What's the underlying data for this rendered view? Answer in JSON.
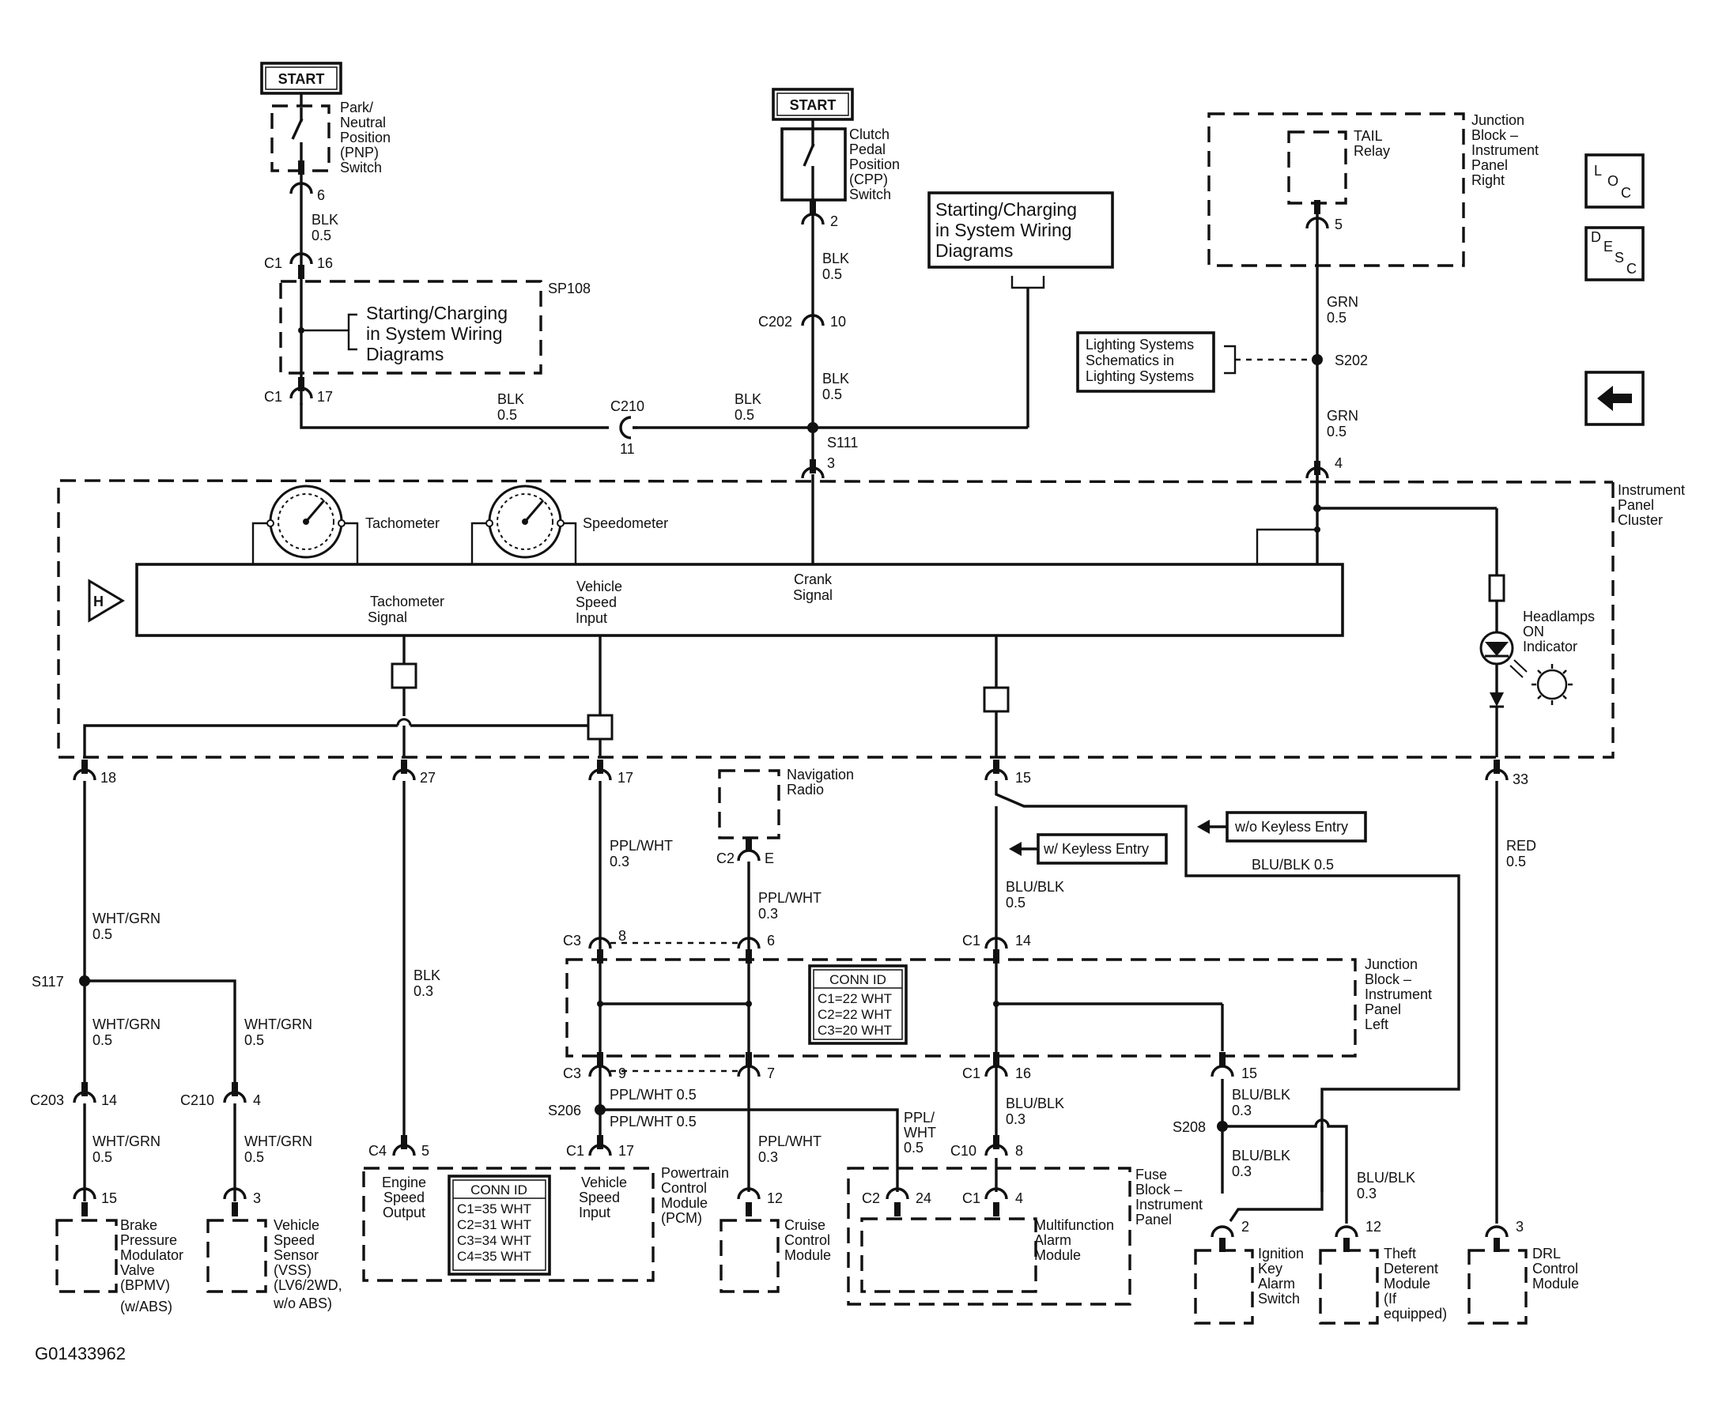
{
  "start_labels": [
    "START",
    "START"
  ],
  "pnp_switch": [
    "Park/",
    "Neutral",
    "Position",
    "(PNP)",
    "Switch"
  ],
  "cpp_switch": [
    "Clutch",
    "Pedal",
    "Position",
    "(CPP)",
    "Switch"
  ],
  "tail_relay": [
    "TAIL",
    "Relay"
  ],
  "jb_ip_right": [
    "Junction",
    "Block –",
    "Instrument",
    "Panel",
    "Right"
  ],
  "ref_starting_a": [
    "Starting/Charging",
    "in System Wiring",
    "Diagrams"
  ],
  "ref_starting_b": [
    "Starting/Charging",
    "in System Wiring",
    "Diagrams"
  ],
  "ref_lighting": [
    "Lighting Systems",
    "Schematics in",
    "Lighting Systems"
  ],
  "nav_icons": {
    "loc": [
      "L",
      "O",
      "C"
    ],
    "desc": [
      "D",
      "E",
      "S",
      "C"
    ],
    "back": "back-arrow-icon"
  },
  "splices": {
    "sp108": "SP108",
    "s202": "S202",
    "s111": "S111",
    "s117": "S117",
    "s206": "S206",
    "s208": "S208"
  },
  "connectors": {
    "c1": "C1",
    "c202": "C202",
    "c210": "C210",
    "c203": "C203",
    "c3": "C3",
    "c2": "C2",
    "c4": "C4",
    "c10": "C10"
  },
  "pins": {
    "pnp": "6",
    "c1_16": "16",
    "c1_17": "17",
    "c210_11": "11",
    "cpp": "2",
    "c202_10": "10",
    "s111_3": "3",
    "tail_5": "5",
    "jb_4": "4",
    "p18": "18",
    "p27": "27",
    "p17": "17",
    "nav_e": "E",
    "p15": "15",
    "p33": "33",
    "c3_8": "8",
    "c2_6": "6",
    "c1_14": "14",
    "c3_9": "9",
    "c2_7": "7",
    "c1_16b": "16",
    "c1_15": "15",
    "c203_14": "14",
    "c210_4": "4",
    "c4_5": "5",
    "c1_17b": "17",
    "c10_8": "8",
    "bpmv_15": "15",
    "vss_3": "3",
    "cruise_12": "12",
    "c2_24": "24",
    "c1_4": "4",
    "ign_2": "2",
    "theft_12": "12",
    "drl_3": "3"
  },
  "wires": {
    "blk": "BLK",
    "g05": "0.5",
    "g03": "0.3",
    "grn": "GRN",
    "wht_grn": "WHT/GRN",
    "ppl_wht": "PPL/WHT",
    "ppl_wht_05": "PPL/WHT 0.5",
    "blu_blk": "BLU/BLK",
    "blu_blk_05": "BLU/BLK 0.5",
    "red": "RED",
    "ppl_slash": "PPL/",
    "wht": "WHT"
  },
  "cluster": {
    "title": [
      "Instrument",
      "Panel",
      "Cluster"
    ],
    "tachometer": "Tachometer",
    "speedometer": "Speedometer",
    "tach_signal": [
      "Tachometer",
      "Signal"
    ],
    "vehicle_speed_input": [
      "Vehicle",
      "Speed",
      "Input"
    ],
    "crank_signal": [
      "Crank",
      "Signal"
    ],
    "headlamps": [
      "Headlamps",
      "ON",
      "Indicator"
    ],
    "h_mark": "H"
  },
  "nav_radio": [
    "Navigation",
    "Radio"
  ],
  "keyless": {
    "with": "w/ Keyless Entry",
    "without": "w/o Keyless Entry"
  },
  "jb_ip_left": [
    "Junction",
    "Block –",
    "Instrument",
    "Panel",
    "Left"
  ],
  "conn_id_jb": {
    "title": "CONN ID",
    "rows": [
      "C1=22 WHT",
      "C2=22 WHT",
      "C3=20 WHT"
    ]
  },
  "conn_id_pcm": {
    "title": "CONN ID",
    "rows": [
      "C1=35 WHT",
      "C2=31 WHT",
      "C3=34 WHT",
      "C4=35 WHT"
    ]
  },
  "pcm": {
    "engine_speed_output": [
      "Engine",
      "Speed",
      "Output"
    ],
    "vehicle_speed_input": [
      "Vehicle",
      "Speed",
      "Input"
    ],
    "name": [
      "Powertrain",
      "Control",
      "Module",
      "(PCM)"
    ]
  },
  "fuse_block": [
    "Fuse",
    "Block –",
    "Instrument",
    "Panel"
  ],
  "modules": {
    "bpmv": [
      "Brake",
      "Pressure",
      "Modulator",
      "Valve",
      "(BPMV)",
      "(w/ABS)"
    ],
    "vss": [
      "Vehicle",
      "Speed",
      "Sensor",
      "(VSS)",
      "(LV6/2WD,",
      "w/o ABS)"
    ],
    "cruise": [
      "Cruise",
      "Control",
      "Module"
    ],
    "alarm": [
      "Multifunction",
      "Alarm",
      "Module"
    ],
    "ignition": [
      "Ignition",
      "Key",
      "Alarm",
      "Switch"
    ],
    "theft": [
      "Theft",
      "Deterent",
      "Module",
      "(If",
      "equipped)"
    ],
    "drl": [
      "DRL",
      "Control",
      "Module"
    ]
  },
  "figure_id": "G01433962"
}
